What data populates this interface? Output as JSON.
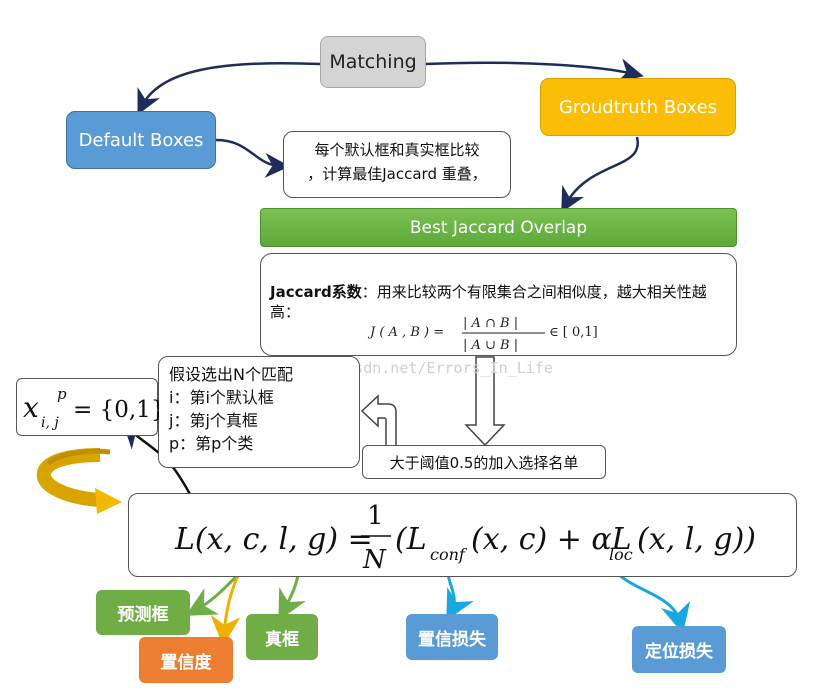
{
  "nodes": {
    "matching": "Matching",
    "groundtruth": "Groudtruth Boxes",
    "default": "Default Boxes",
    "note1_line1": "每个默认框和真实框比较",
    "note1_line2": "，计算最佳Jaccard 重叠，",
    "best": "Best Jaccard Overlap"
  },
  "jaccard": {
    "term": "Jaccard系数",
    "desc": "：用来比较两个有限集合之间相似度，越大相关性越高：",
    "formula_lhs": "J ( A , B )  =",
    "numerator": "| A ∩ B |",
    "denominator": "| A ∪ B |",
    "range": "∈ [ 0,1]"
  },
  "watermark": "blog.csdn.net/Errors_In_Life",
  "selection": {
    "lines": [
      "假设选出N个匹配",
      "i：第i个默认框",
      "j：第j个真框",
      "p：第p个类"
    ]
  },
  "indicator": {
    "x": "x",
    "sub": "i, j",
    "sup": "p",
    "rhs": "= {0,1}"
  },
  "threshold": "大于阈值0.5的加入选择名单",
  "loss": {
    "lhs": "L(x, c, l, g) =",
    "frac_num": "1",
    "frac_den": "N",
    "rhs_open": "(L",
    "conf_sub": "conf",
    "conf_args": "(x, c) + αL",
    "loc_sub": "loc",
    "loc_args": "(x, l, g))"
  },
  "labels": {
    "pred": "预测框",
    "conf": "置信度",
    "true": "真框",
    "conf_loss": "置信损失",
    "loc_loss": "定位损失"
  },
  "colors": {
    "gray": "#d4d4d4",
    "orange_box": "#fbbd06",
    "blue": "#5b9bd5",
    "green": "#70ad47",
    "orange": "#ed7d31",
    "navy_arrow": "#1f2d5c",
    "cyan_arrow": "#1aa7e0"
  }
}
